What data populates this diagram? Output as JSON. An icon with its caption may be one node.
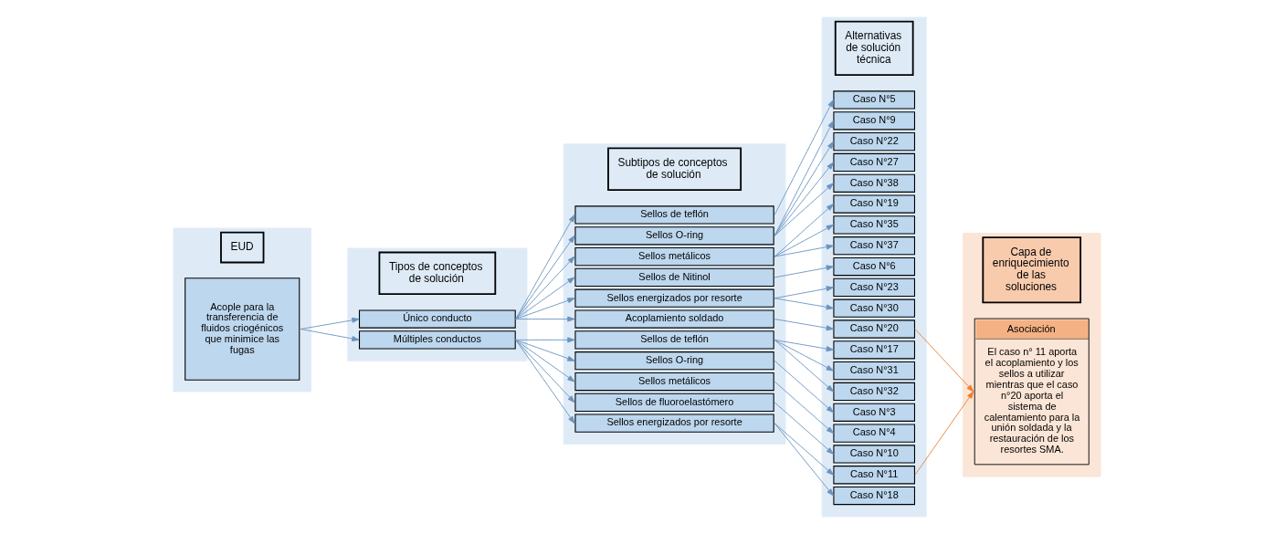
{
  "diagram": {
    "nodes": [
      {
        "text": [
          "EUD"
        ]
      },
      {
        "text": [
          "Acople para la transferencia de fluidos criogénicos que minimice las fugas"
        ],
        "in": 0
      },
      {
        "text": [
          "Tipos de conceptos de solución"
        ]
      },
      {
        "text": [
          "Único conducto"
        ],
        "in": 2
      },
      {
        "text": [
          "Múltiples conductos"
        ],
        "in": 2
      },
      {
        "text": [
          "Subtipos de conceptos de solución"
        ]
      },
      {
        "text": [
          "Sellos de teflón"
        ],
        "in": 5
      },
      {
        "text": [
          "Sellos O-ring"
        ],
        "in": 5
      },
      {
        "text": [
          "Sellos metálicos"
        ],
        "in": 5
      },
      {
        "text": [
          "Sellos de Nitinol"
        ],
        "in": 5
      },
      {
        "text": [
          "Sellos energizados por resorte"
        ],
        "in": 5
      },
      {
        "text": [
          "Acoplamiento soldado"
        ],
        "in": 5
      },
      {
        "text": [
          "Sellos de teflón"
        ],
        "in": 5
      },
      {
        "text": [
          "Sellos O-ring"
        ],
        "in": 5
      },
      {
        "text": [
          "Sellos metálicos"
        ],
        "in": 5
      },
      {
        "text": [
          "Sellos de fluoroelastómero"
        ],
        "in": 5
      },
      {
        "text": [
          "Sellos energizados por resorte"
        ],
        "in": 5
      },
      {
        "text": [
          "Alternativas de solución técnica"
        ]
      },
      {
        "text": [
          "Caso N°5"
        ],
        "in": 17
      },
      {
        "text": [
          "Caso N°9"
        ],
        "in": 17
      },
      {
        "text": [
          "Caso N°22"
        ],
        "in": 17
      },
      {
        "text": [
          "Caso N°27"
        ],
        "in": 17
      },
      {
        "text": [
          "Caso N°38"
        ],
        "in": 17
      },
      {
        "text": [
          "Caso N°19"
        ],
        "in": 17
      },
      {
        "text": [
          "Caso N°35"
        ],
        "in": 17
      },
      {
        "text": [
          "Caso N°37"
        ],
        "in": 17
      },
      {
        "text": [
          "Caso N°6"
        ],
        "in": 17
      },
      {
        "text": [
          "Caso N°23"
        ],
        "in": 17
      },
      {
        "text": [
          "Caso N°30"
        ],
        "in": 17
      },
      {
        "text": [
          "Caso N°20"
        ],
        "in": 17
      },
      {
        "text": [
          "Caso N°17"
        ],
        "in": 17
      },
      {
        "text": [
          "Caso N°31"
        ],
        "in": 17
      },
      {
        "text": [
          "Caso N°32"
        ],
        "in": 17
      },
      {
        "text": [
          "Caso N°3"
        ],
        "in": 17
      },
      {
        "text": [
          "Caso N°4"
        ],
        "in": 17
      },
      {
        "text": [
          "Caso N°10"
        ],
        "in": 17
      },
      {
        "text": [
          "Caso N°11"
        ],
        "in": 17
      },
      {
        "text": [
          "Caso N°18"
        ],
        "in": 17
      },
      {
        "text": [
          "Capa de enriquecimiento de las soluciones"
        ]
      },
      {
        "text": [
          "Asociación",
          "El caso n° 11 aporta el acoplamiento y los sellos a utilizar mientras que el caso n°20 aporta el sistema de calentamiento para la unión soldada y la restauración de los resortes SMA."
        ],
        "in": 38
      }
    ],
    "edges": [
      {
        "from": 1,
        "to": 3,
        "arrow": "to"
      },
      {
        "from": 1,
        "to": 4,
        "arrow": "to"
      },
      {
        "from": 3,
        "to": 6,
        "arrow": "to"
      },
      {
        "from": 3,
        "to": 7,
        "arrow": "to"
      },
      {
        "from": 3,
        "to": 8,
        "arrow": "to"
      },
      {
        "from": 3,
        "to": 9,
        "arrow": "to"
      },
      {
        "from": 3,
        "to": 10,
        "arrow": "to"
      },
      {
        "from": 3,
        "to": 11,
        "arrow": "to"
      },
      {
        "from": 4,
        "to": 12,
        "arrow": "to"
      },
      {
        "from": 4,
        "to": 13,
        "arrow": "to"
      },
      {
        "from": 4,
        "to": 14,
        "arrow": "to"
      },
      {
        "from": 4,
        "to": 15,
        "arrow": "to"
      },
      {
        "from": 4,
        "to": 16,
        "arrow": "to"
      },
      {
        "from": 6,
        "to": 18,
        "arrow": "to"
      },
      {
        "from": 7,
        "to": 19,
        "arrow": "to"
      },
      {
        "from": 7,
        "to": 20,
        "arrow": "to"
      },
      {
        "from": 7,
        "to": 21,
        "arrow": "to"
      },
      {
        "from": 7,
        "to": 22,
        "arrow": "to"
      },
      {
        "from": 8,
        "to": 23,
        "arrow": "to"
      },
      {
        "from": 8,
        "to": 24,
        "arrow": "to"
      },
      {
        "from": 8,
        "to": 25,
        "arrow": "to"
      },
      {
        "from": 9,
        "to": 26,
        "arrow": "to"
      },
      {
        "from": 10,
        "to": 27,
        "arrow": "to"
      },
      {
        "from": 10,
        "to": 28,
        "arrow": "to"
      },
      {
        "from": 11,
        "to": 29,
        "arrow": "to"
      },
      {
        "from": 12,
        "to": 30,
        "arrow": "to"
      },
      {
        "from": 12,
        "to": 31,
        "arrow": "to"
      },
      {
        "from": 12,
        "to": 32,
        "arrow": "to"
      },
      {
        "from": 13,
        "to": 33,
        "arrow": "to"
      },
      {
        "from": 14,
        "to": 34,
        "arrow": "to"
      },
      {
        "from": 15,
        "to": 35,
        "arrow": "to"
      },
      {
        "from": 16,
        "to": 36,
        "arrow": "to"
      },
      {
        "from": 16,
        "to": 37,
        "arrow": "to"
      },
      {
        "from": 29,
        "to": 39,
        "arrow": "to",
        "color": "#ed7d31"
      },
      {
        "from": 36,
        "to": 39,
        "arrow": "to",
        "color": "#ed7d31"
      }
    ]
  }
}
